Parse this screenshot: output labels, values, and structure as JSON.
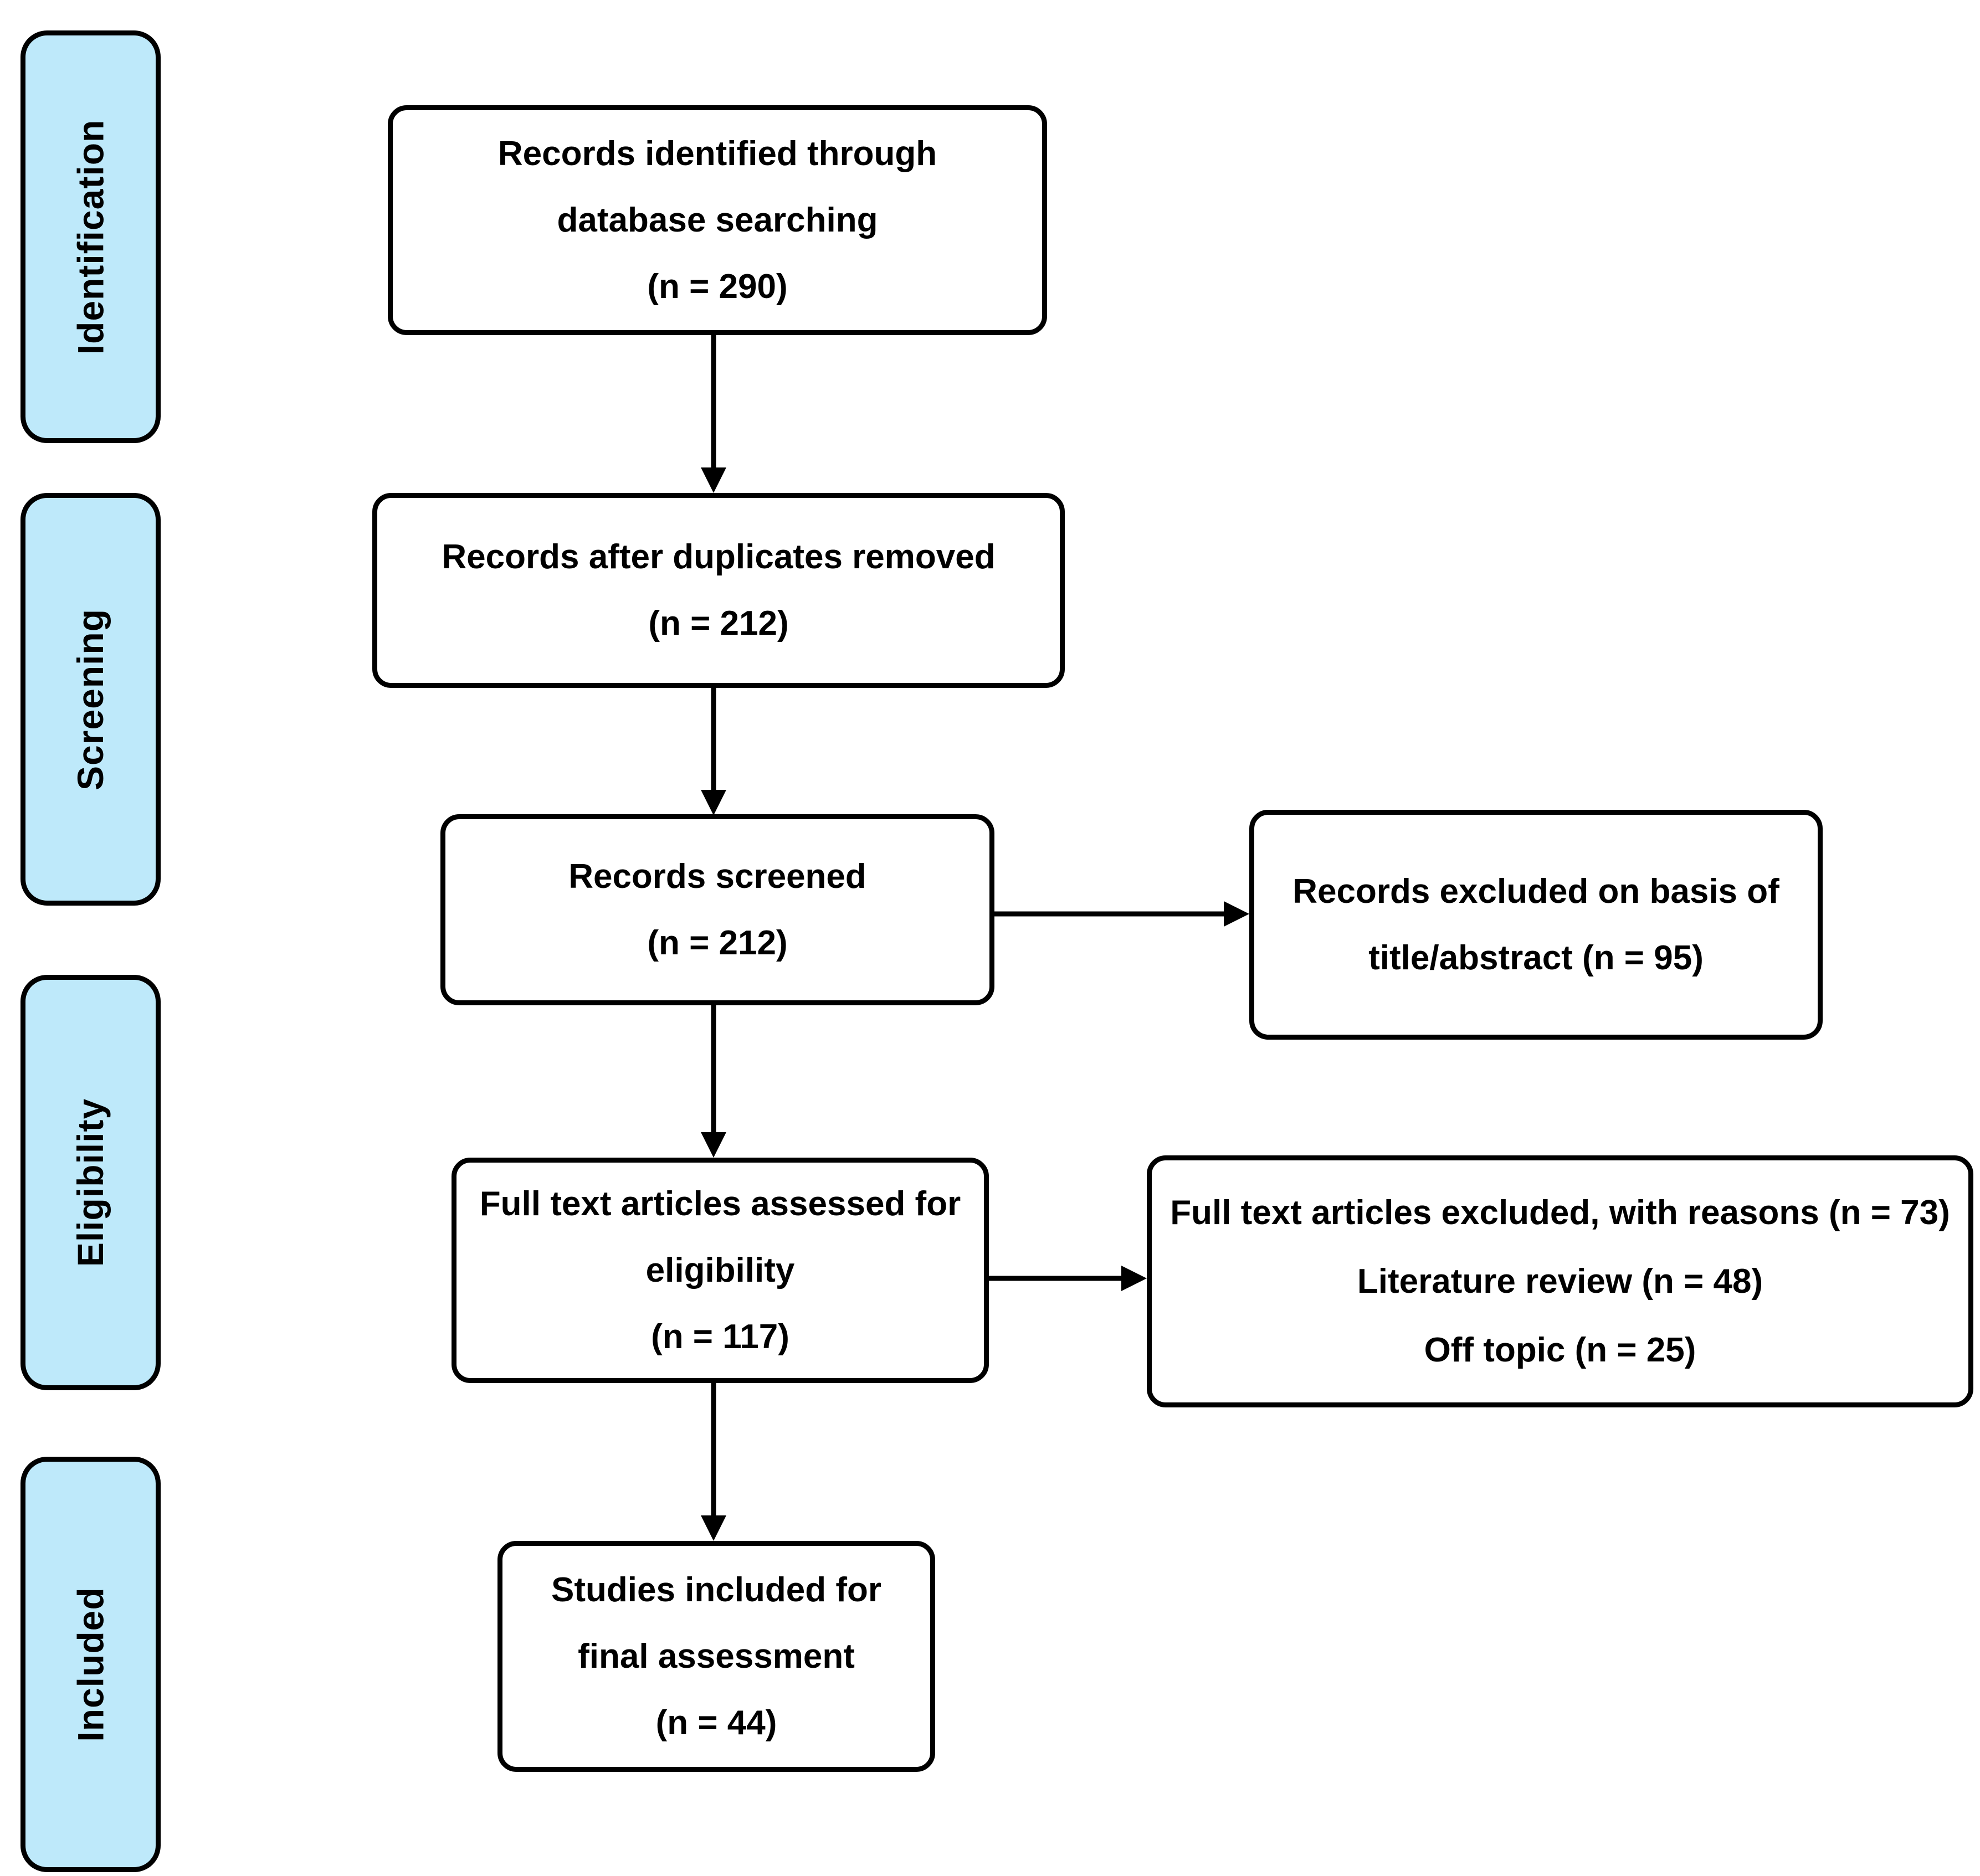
{
  "diagram": {
    "type": "prisma-flowchart",
    "colors": {
      "stage_fill": "#bee9fa",
      "node_fill": "#ffffff",
      "line": "#000000"
    },
    "stages": [
      {
        "id": "identification",
        "label": "Identification"
      },
      {
        "id": "screening",
        "label": "Screening"
      },
      {
        "id": "eligibility",
        "label": "Eligibility"
      },
      {
        "id": "included",
        "label": "Included"
      }
    ],
    "nodes": [
      {
        "id": "records-identified",
        "n": 290,
        "lines": [
          "Records identified through",
          "database searching",
          "(n = 290)"
        ]
      },
      {
        "id": "duplicates-removed",
        "n": 212,
        "lines": [
          "Records after duplicates removed",
          "(n = 212)"
        ]
      },
      {
        "id": "records-screened",
        "n": 212,
        "lines": [
          "Records screened",
          "(n = 212)"
        ]
      },
      {
        "id": "records-excluded",
        "n": 95,
        "lines": [
          "Records excluded on basis of",
          "title/abstract (n = 95)"
        ]
      },
      {
        "id": "fulltext-assessed",
        "n": 117,
        "lines": [
          "Full text articles assessed for",
          "eligibility",
          "(n = 117)"
        ]
      },
      {
        "id": "fulltext-excluded",
        "n": 73,
        "lines": [
          "Full text articles excluded, with reasons (n = 73)",
          "Literature review (n = 48)",
          "Off topic (n = 25)"
        ]
      },
      {
        "id": "studies-included",
        "n": 44,
        "lines": [
          "Studies included for",
          "final assessment",
          "(n = 44)"
        ]
      }
    ]
  }
}
